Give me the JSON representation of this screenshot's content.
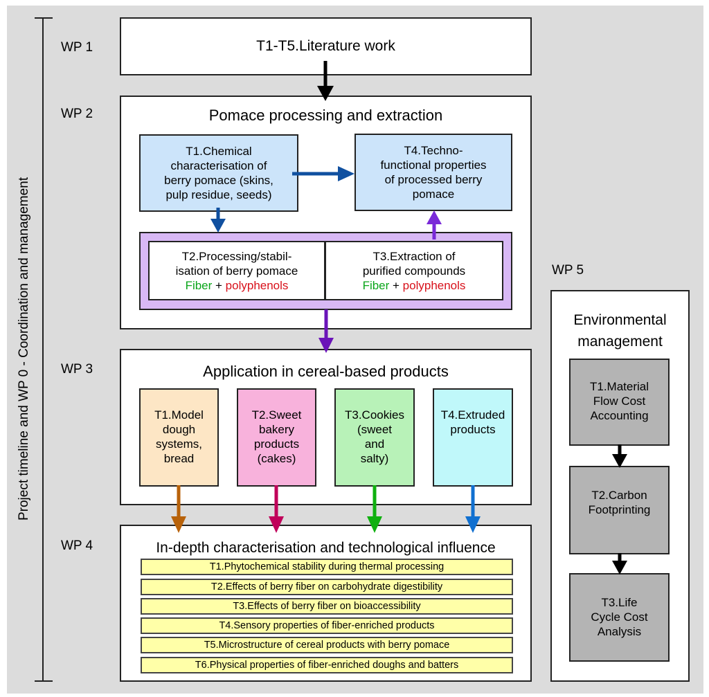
{
  "side_label": "Project timeline and WP 0 - Coordination and management",
  "wp1": {
    "label": "WP 1",
    "title": "T1-T5.Literature work"
  },
  "wp2": {
    "label": "WP 2",
    "title": "Pomace processing and extraction",
    "t1_lines": [
      "T1.Chemical",
      "characterisation of",
      "berry pomace (skins,",
      "pulp residue, seeds)"
    ],
    "t4_lines": [
      "T4.Techno-",
      "functional properties",
      "of processed berry",
      "pomace"
    ],
    "t2_lines": [
      "T2.Processing/stabil-",
      "isation of berry pomace"
    ],
    "t3_lines": [
      "T3.Extraction of",
      "purified compounds"
    ],
    "fiber": "Fiber",
    "plus": " + ",
    "polyphenols": "polyphenols"
  },
  "wp3": {
    "label": "WP 3",
    "title": "Application in cereal-based products",
    "t1_lines": [
      "T1.Model",
      "dough",
      "systems,",
      "bread"
    ],
    "t2_lines": [
      "T2.Sweet",
      "bakery",
      "products",
      "(cakes)"
    ],
    "t3_lines": [
      "T3.Cookies",
      "(sweet",
      "and",
      "salty)"
    ],
    "t4_lines": [
      "T4.Extruded",
      "products"
    ]
  },
  "wp4": {
    "label": "WP 4",
    "title": "In-depth characterisation and technological influence",
    "tasks": [
      "T1.Phytochemical stability during thermal processing",
      "T2.Effects of berry fiber on carbohydrate digestibility",
      "T3.Effects of berry fiber on bioaccessibility",
      "T4.Sensory properties of fiber-enriched products",
      "T5.Microstructure of cereal products with berry pomace",
      "T6.Physical properties of fiber-enriched doughs and batters"
    ]
  },
  "wp5": {
    "label": "WP 5",
    "title_lines": [
      "Environmental",
      "management"
    ],
    "t1_lines": [
      "T1.Material",
      "Flow Cost",
      "Accounting"
    ],
    "t2_lines": [
      "T2.Carbon",
      "Footprinting"
    ],
    "t3_lines": [
      "T3.Life",
      "Cycle Cost",
      "Analysis"
    ]
  },
  "colors": {
    "blue_box": "#cce4fa",
    "purple_frame": "#d8b8f5",
    "arrow_blue": "#1050a0",
    "arrow_purple": "#7a2ad8",
    "arrow_darkpurple": "#6a14b8",
    "orange_box": "#fde6c5",
    "pink_box": "#f8b2dc",
    "green_box": "#b8f2b8",
    "cyan_box": "#c0f8fa",
    "arrow_orange": "#b8620a",
    "arrow_pink": "#c0005a",
    "arrow_green": "#10b010",
    "arrow_cyan": "#1070d0",
    "grey_box": "#b4b4b4"
  }
}
